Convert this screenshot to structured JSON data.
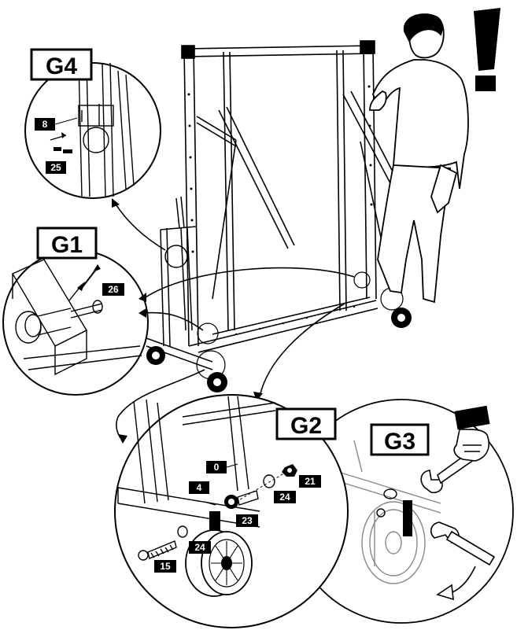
{
  "callouts": {
    "g1": "G1",
    "g2": "G2",
    "g3": "G3",
    "g4": "G4"
  },
  "part_labels": {
    "p8": "8",
    "p25": "25",
    "p26": "26",
    "p0": "0",
    "p4": "4",
    "p21": "21",
    "p24a": "24",
    "p23": "23",
    "p24b": "24",
    "p15": "15"
  },
  "warning": {
    "symbol": "!"
  },
  "colors": {
    "ink": "#000000",
    "paper": "#ffffff",
    "shade": "#cfcfcf"
  }
}
